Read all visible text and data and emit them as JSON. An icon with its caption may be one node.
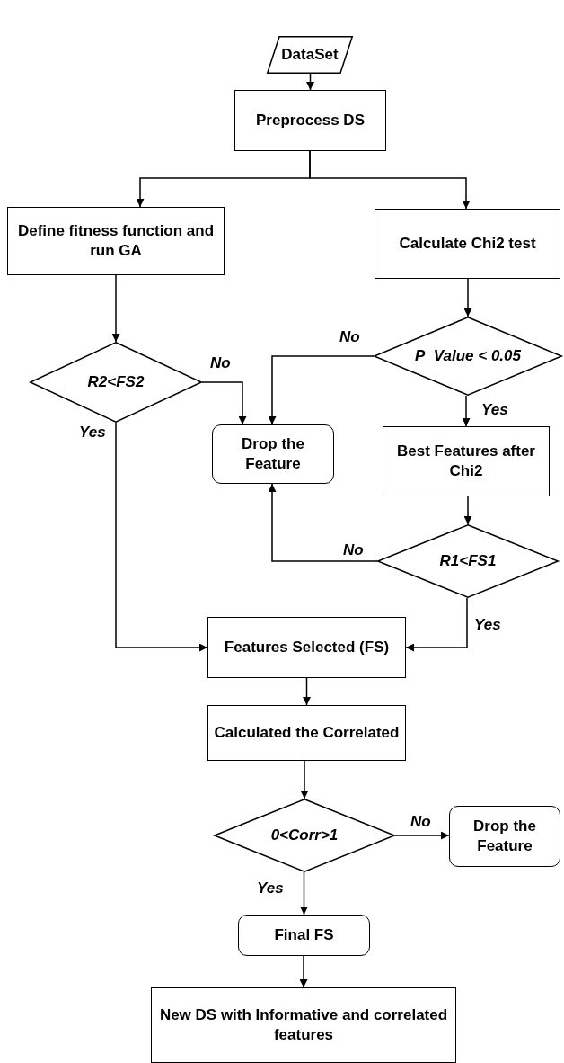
{
  "diagram": {
    "nodes": [
      {
        "text": [
          "DataSet"
        ]
      },
      {
        "text": [
          "Preprocess DS"
        ]
      },
      {
        "text": [
          "Define fitness function and run GA"
        ]
      },
      {
        "text": [
          "Calculate Chi2 test"
        ]
      },
      {
        "text": [
          "R2<FS2"
        ]
      },
      {
        "text": [
          "P_Value < 0.05"
        ]
      },
      {
        "text": [
          "Drop the Feature"
        ]
      },
      {
        "text": [
          "Best Features after Chi2"
        ]
      },
      {
        "text": [
          "R1<FS1"
        ]
      },
      {
        "text": [
          "Features Selected (FS)"
        ]
      },
      {
        "text": [
          "Calculated the Correlated"
        ]
      },
      {
        "text": [
          "0<Corr>1"
        ]
      },
      {
        "text": [
          "Drop the Feature"
        ]
      },
      {
        "text": [
          "Final FS"
        ]
      },
      {
        "text": [
          "New DS with Informative and correlated features"
        ]
      }
    ],
    "edges": [
      {
        "from": 0,
        "to": 1,
        "arrow": "to"
      },
      {
        "from": 1,
        "to": 2,
        "arrow": "to"
      },
      {
        "from": 1,
        "to": 3,
        "arrow": "to"
      },
      {
        "from": 2,
        "to": 4,
        "arrow": "to"
      },
      {
        "from": 3,
        "to": 5,
        "arrow": "to"
      },
      {
        "from": 5,
        "to": 6,
        "arrow": "to",
        "label": "No"
      },
      {
        "from": 5,
        "to": 7,
        "arrow": "to",
        "label": "Yes"
      },
      {
        "from": 4,
        "to": 6,
        "arrow": "to",
        "label": "No"
      },
      {
        "from": 4,
        "to": 9,
        "arrow": "to",
        "label": "Yes"
      },
      {
        "from": 7,
        "to": 8,
        "arrow": "to"
      },
      {
        "from": 8,
        "to": 6,
        "arrow": "to",
        "label": "No"
      },
      {
        "from": 8,
        "to": 9,
        "arrow": "to",
        "label": "Yes"
      },
      {
        "from": 9,
        "to": 10,
        "arrow": "to"
      },
      {
        "from": 10,
        "to": 11,
        "arrow": "to"
      },
      {
        "from": 11,
        "to": 12,
        "arrow": "to",
        "label": "No"
      },
      {
        "from": 11,
        "to": 13,
        "arrow": "to",
        "label": "Yes"
      },
      {
        "from": 13,
        "to": 14,
        "arrow": "to"
      }
    ]
  }
}
